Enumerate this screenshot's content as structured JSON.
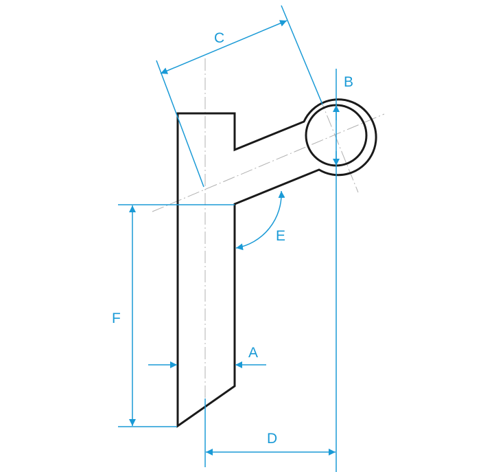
{
  "diagram": {
    "labels": {
      "a": "A",
      "b": "B",
      "c": "C",
      "d": "D",
      "e": "E",
      "f": "F"
    },
    "colors": {
      "dimension": "#1a9ad6",
      "outline": "#1a1a1a",
      "centerline": "#b0b0b0"
    }
  }
}
